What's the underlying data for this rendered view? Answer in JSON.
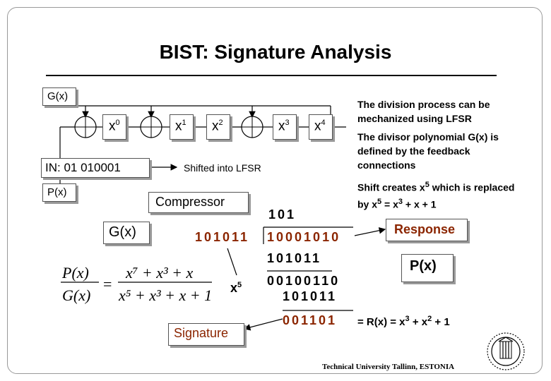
{
  "title": "BIST: Signature Analysis",
  "lfsr": {
    "gx_label": "G(x)",
    "px_label": "P(x)",
    "stages": [
      {
        "label": "x",
        "exp": "0"
      },
      {
        "label": "x",
        "exp": "1"
      },
      {
        "label": "x",
        "exp": "2"
      },
      {
        "label": "x",
        "exp": "3"
      },
      {
        "label": "x",
        "exp": "4"
      }
    ],
    "input_label": "IN: 01 010001",
    "shift_label": "Shifted into LFSR"
  },
  "notes": {
    "note1": "The division process can be mechanized using LFSR",
    "note2": "The divisor polynomial G(x) is defined by the feedback connections",
    "note3_prefix": "Shift creates x",
    "note3_exp1": "5",
    "note3_mid": " which is replaced by x",
    "note3_exp2": "5",
    "note3_suffix": " = x",
    "note3_exp3": "3",
    "note3_tail": " + x + 1"
  },
  "division": {
    "compressor_label": "Compressor",
    "gx_label": "G(x)",
    "divisor": "101011",
    "quotient": "101",
    "dividend": "10001010",
    "sub1": "101011",
    "row2": "00100110",
    "sub2": "101011",
    "remainder": "001101",
    "remainder_eq": "= R(x) = x",
    "remainder_exp1": "3",
    "remainder_plus": " + x",
    "remainder_exp2": "2",
    "remainder_tail": " + 1",
    "x5_label": "x",
    "x5_exp": "5",
    "response_label": "Response",
    "px_label": "P(x)",
    "signature_label": "Signature"
  },
  "formula": {
    "lhs_num": "P(x)",
    "lhs_den": "G(x)",
    "rhs_num": "x⁷ + x³ + x",
    "rhs_den": "x⁵ + x³ + x + 1"
  },
  "footer": "Technical University Tallinn, ESTONIA",
  "logo_name": "university-seal"
}
